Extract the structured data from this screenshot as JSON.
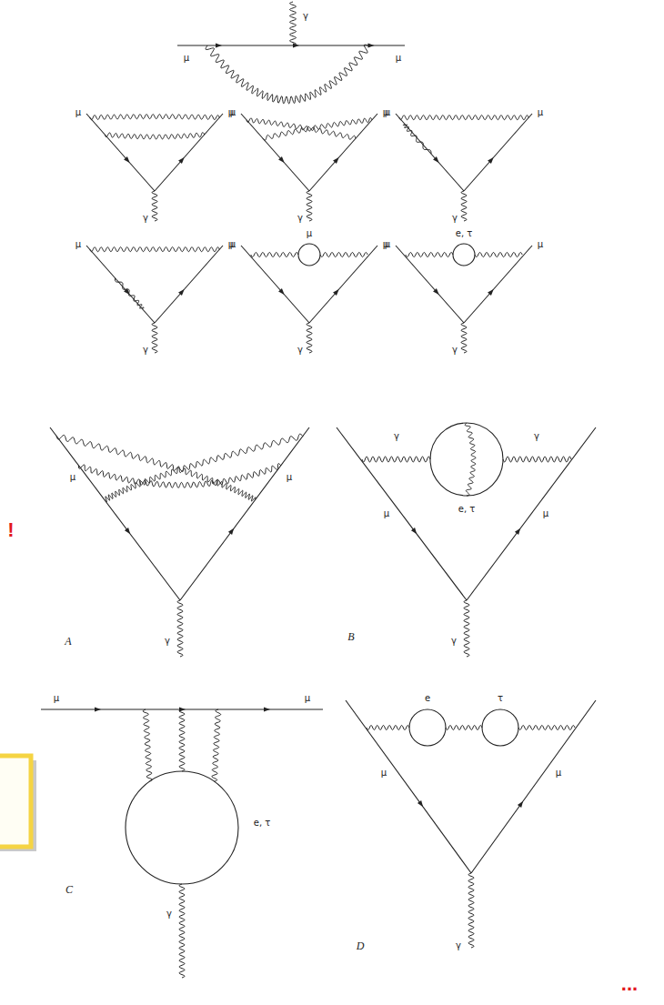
{
  "diagram": {
    "labels": [
      "γ",
      "μ",
      "μ",
      "μ",
      "μ",
      "γ",
      "μ",
      "μ",
      "γ",
      "μ",
      "μ",
      "γ",
      "μ",
      "μ",
      "γ",
      "μ",
      "μ",
      "μ",
      "γ",
      "μ",
      "e, τ",
      "μ",
      "γ",
      "!",
      "μ",
      "μ",
      "γ",
      "A",
      "γ",
      "γ",
      "μ",
      "e, τ",
      "μ",
      "γ",
      "B",
      "μ",
      "μ",
      "e, τ",
      "γ",
      "C",
      "e",
      "τ",
      "μ",
      "μ",
      "γ",
      "D",
      "..."
    ]
  }
}
